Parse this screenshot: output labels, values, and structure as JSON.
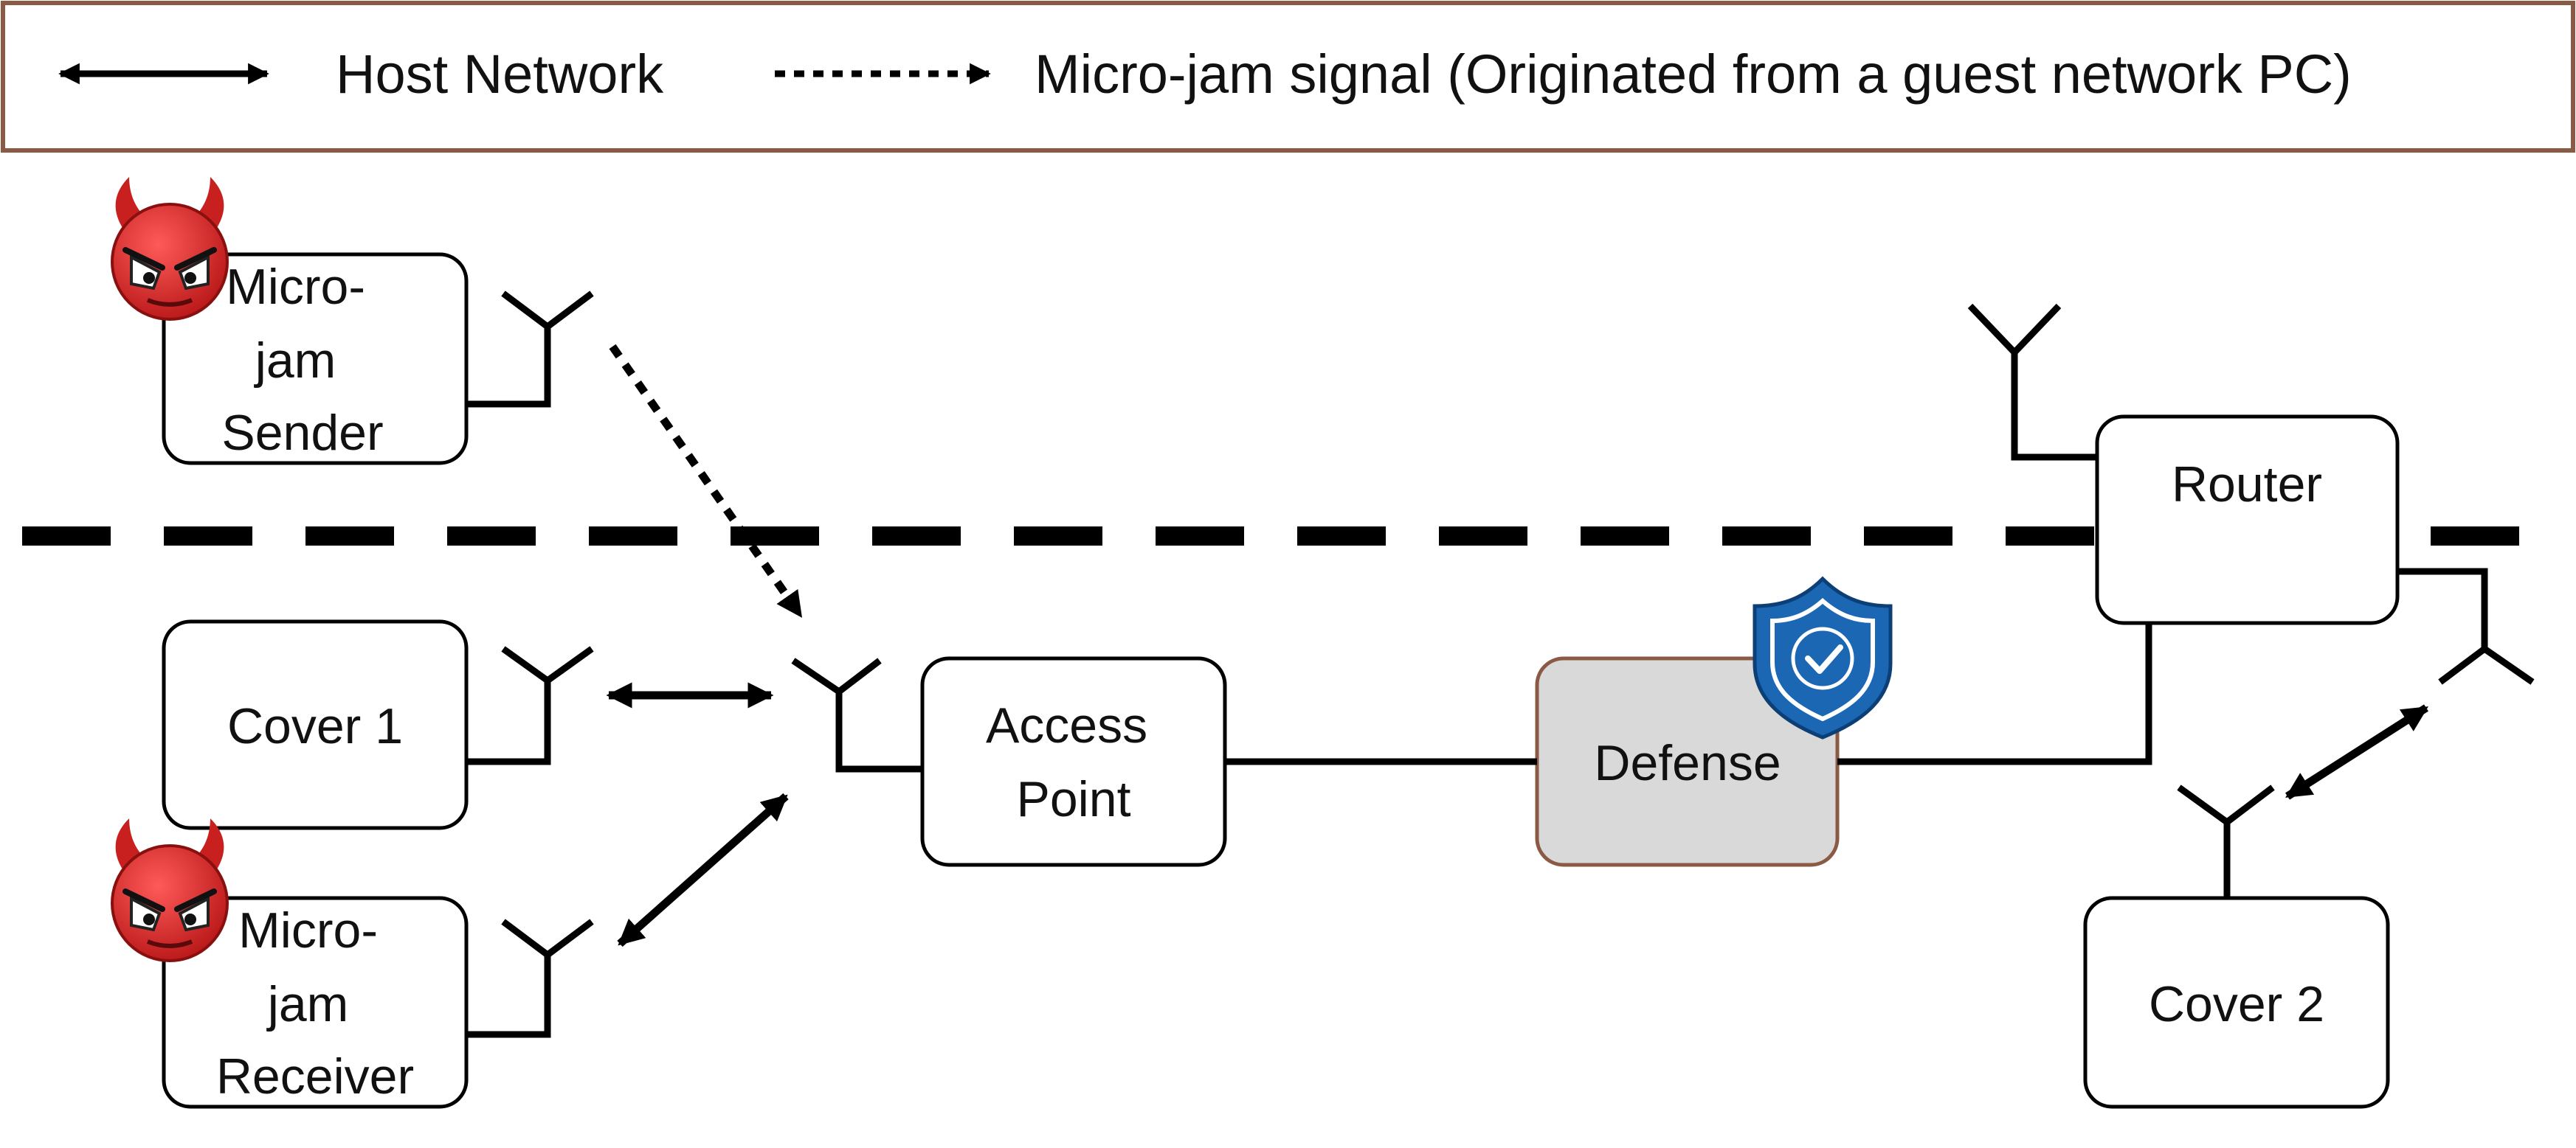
{
  "legend": {
    "host_network_label": "Host Network",
    "microjam_label": "Micro-jam signal (Originated from a guest network PC)"
  },
  "nodes": {
    "sender": [
      "Micro-",
      "jam",
      "Sender"
    ],
    "cover1": [
      "Cover 1"
    ],
    "receiver": [
      "Micro-",
      "jam",
      "Receiver"
    ],
    "access_point": [
      "Access",
      "Point"
    ],
    "defense": [
      "Defense"
    ],
    "router": [
      "Router"
    ],
    "cover2": [
      "Cover 2"
    ]
  },
  "colors": {
    "legend_border": "#8b5a45",
    "defense_fill": "#d9d9d9",
    "defense_border": "#8b5a45",
    "line": "#000000",
    "devil_red": "#d92b2b",
    "shield_blue": "#1b67b4"
  },
  "icons": {
    "attacker": "devil-face-icon",
    "defense": "shield-check-icon"
  }
}
